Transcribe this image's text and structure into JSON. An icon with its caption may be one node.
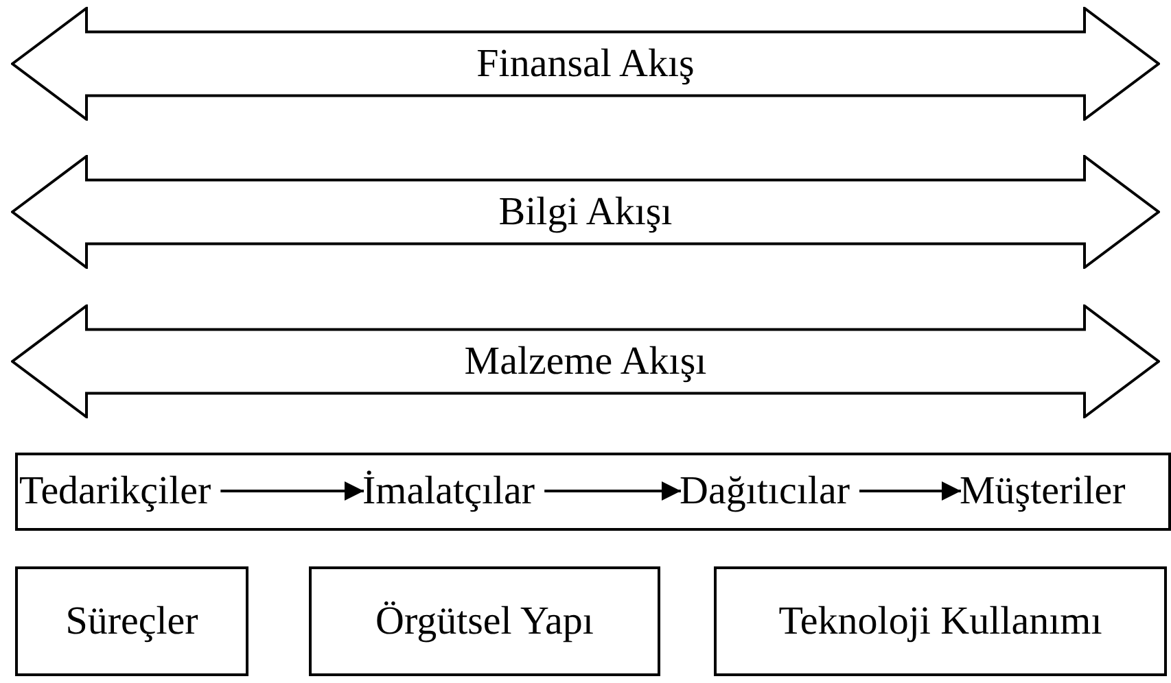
{
  "diagram": {
    "nodes": [
      {
        "text": [
          "Finansal Akış"
        ]
      },
      {
        "text": [
          "Bilgi Akışı"
        ]
      },
      {
        "text": [
          "Malzeme Akışı"
        ]
      },
      {
        "text": [],
        "shape": "box"
      },
      {
        "text": [
          "Tedarikçiler"
        ],
        "in": 3
      },
      {
        "text": [
          "İmalatçılar"
        ],
        "in": 3
      },
      {
        "text": [
          "Dağıtıcılar"
        ],
        "in": 3
      },
      {
        "text": [
          "Müşteriler"
        ],
        "in": 3
      },
      {
        "text": [
          "Süreçler"
        ]
      },
      {
        "text": [
          "Örgütsel Yapı"
        ]
      },
      {
        "text": [
          "Teknoloji Kullanımı"
        ]
      }
    ],
    "edges": [
      {
        "from": 4,
        "to": 5,
        "arrow": "to"
      },
      {
        "from": 5,
        "to": 6,
        "arrow": "to"
      },
      {
        "from": 6,
        "to": 7,
        "arrow": "to"
      }
    ]
  }
}
